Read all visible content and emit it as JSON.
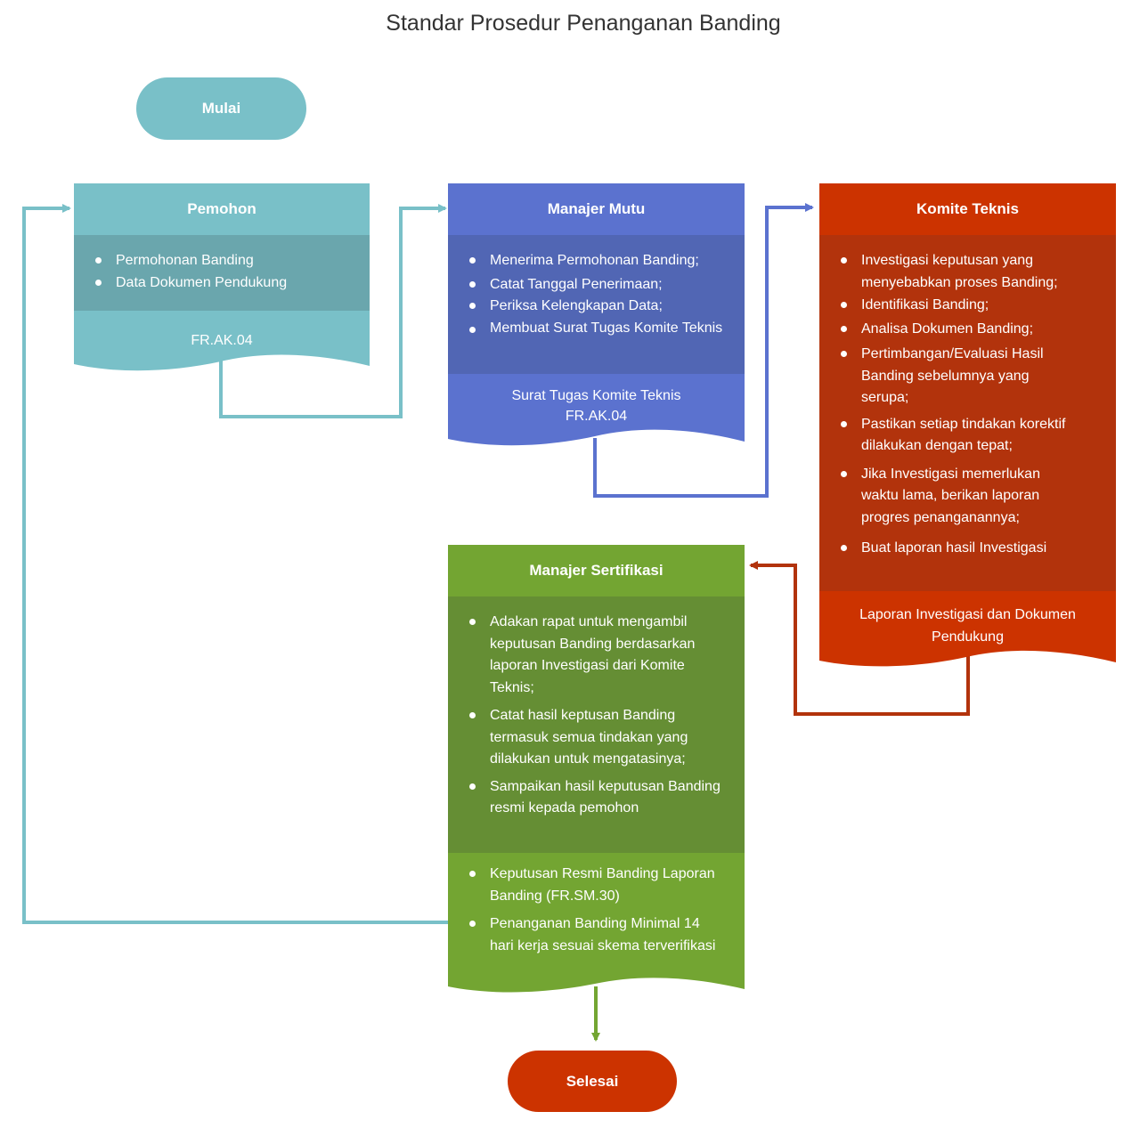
{
  "title": "Standar Prosedur Penanganan Banding",
  "start": {
    "label": "Mulai"
  },
  "end": {
    "label": "Selesai"
  },
  "pemohon": {
    "header": "Pemohon",
    "items": [
      "Permohonan Banding",
      "Data Dokumen Pendukung"
    ],
    "footer": "FR.AK.04"
  },
  "manajer_mutu": {
    "header": "Manajer Mutu",
    "items": [
      "Menerima Permohonan Banding;",
      "Catat Tanggal Penerimaan;",
      "Periksa Kelengkapan Data;",
      "Membuat Surat Tugas Komite Teknis"
    ],
    "footer_line1": "Surat Tugas Komite Teknis",
    "footer_line2": "FR.AK.04"
  },
  "komite_teknis": {
    "header": "Komite Teknis",
    "items": [
      "Investigasi keputusan yang menyebabkan proses Banding;",
      "Identifikasi Banding;",
      "Analisa Dokumen Banding;",
      "Pertimbangan/Evaluasi Hasil Banding sebelumnya yang serupa;",
      "Pastikan setiap tindakan korektif dilakukan dengan tepat;",
      "Jika Investigasi memerlukan waktu lama, berikan laporan progres penanganannya;",
      "Buat laporan hasil Investigasi"
    ],
    "footer": "Laporan Investigasi dan Dokumen Pendukung"
  },
  "manajer_sertifikasi": {
    "header": "Manajer Sertifikasi",
    "items": [
      "Adakan rapat untuk mengambil keputusan Banding berdasarkan laporan Investigasi dari Komite Teknis;",
      "Catat hasil keptusan Banding termasuk semua tindakan yang dilakukan untuk mengatasinya;",
      "Sampaikan hasil keputusan Banding resmi kepada pemohon"
    ],
    "outputs": [
      "Keputusan Resmi Banding Laporan Banding (FR.SM.30)",
      "Penanganan Banding Minimal 14 hari kerja sesuai skema terverifikasi"
    ]
  },
  "colors": {
    "teal": "#79c0c8",
    "teal_dark": "#6aa6ad",
    "blue": "#5b72cf",
    "blue_dark": "#5166b4",
    "red": "#cc3300",
    "red_dark": "#b2330c",
    "green": "#73a532",
    "green_dark": "#658e34"
  }
}
